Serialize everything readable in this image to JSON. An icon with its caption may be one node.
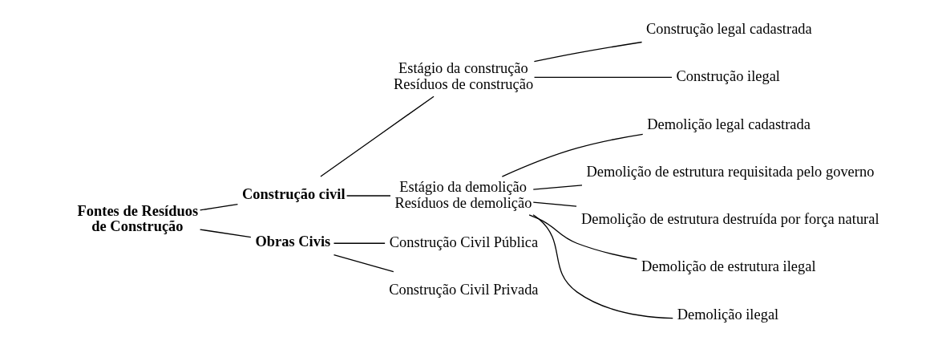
{
  "diagram": {
    "nodes": [
      {
        "text": [
          "Fontes de Resíduos de Construção"
        ]
      },
      {
        "text": [
          "Construção civil"
        ]
      },
      {
        "text": [
          "Estágio da construção",
          "Resíduos de construção"
        ]
      },
      {
        "text": [
          "Construção legal cadastrada"
        ]
      },
      {
        "text": [
          "Construção ilegal"
        ]
      },
      {
        "text": [
          "Estágio da demolição",
          "Resíduos de demolição"
        ]
      },
      {
        "text": [
          "Demolição legal cadastrada"
        ]
      },
      {
        "text": [
          "Demolição de estrutura requisitada pelo governo"
        ]
      },
      {
        "text": [
          "Demolição de estrutura destruída por força natural"
        ]
      },
      {
        "text": [
          "Demolição de estrutura ilegal"
        ]
      },
      {
        "text": [
          "Demolição ilegal"
        ]
      },
      {
        "text": [
          "Obras Civis"
        ]
      },
      {
        "text": [
          "Construção Civil Pública"
        ]
      },
      {
        "text": [
          "Construção Civil Privada"
        ]
      }
    ],
    "edges": [
      {
        "from": 0,
        "to": 1,
        "arrow": "none"
      },
      {
        "from": 0,
        "to": 11,
        "arrow": "none"
      },
      {
        "from": 1,
        "to": 2,
        "arrow": "none"
      },
      {
        "from": 1,
        "to": 5,
        "arrow": "none"
      },
      {
        "from": 2,
        "to": 3,
        "arrow": "none"
      },
      {
        "from": 2,
        "to": 4,
        "arrow": "none"
      },
      {
        "from": 5,
        "to": 6,
        "arrow": "none"
      },
      {
        "from": 5,
        "to": 7,
        "arrow": "none"
      },
      {
        "from": 5,
        "to": 8,
        "arrow": "none"
      },
      {
        "from": 5,
        "to": 9,
        "arrow": "none"
      },
      {
        "from": 5,
        "to": 10,
        "arrow": "none"
      },
      {
        "from": 11,
        "to": 12,
        "arrow": "none"
      },
      {
        "from": 11,
        "to": 13,
        "arrow": "none"
      }
    ]
  }
}
